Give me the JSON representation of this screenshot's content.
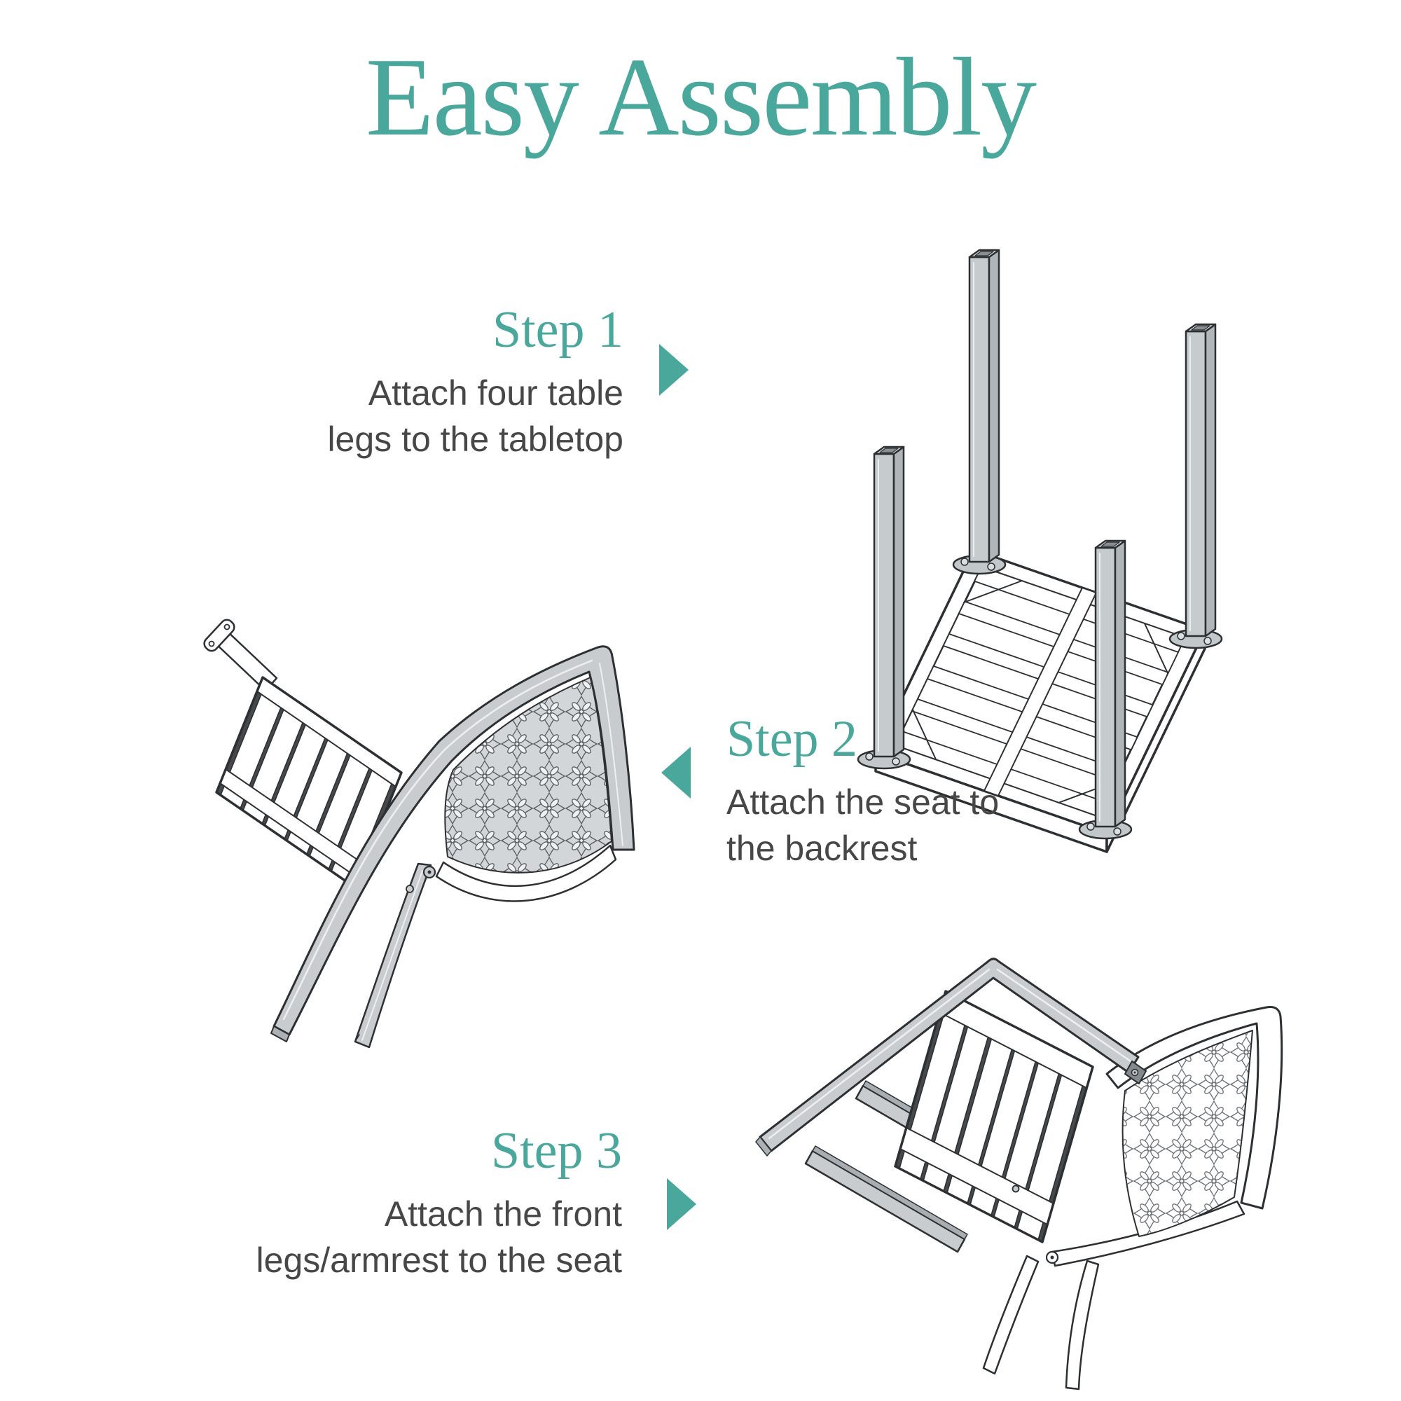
{
  "title": "Easy Assembly",
  "colors": {
    "accent_teal": "#49A79C",
    "body_text": "#474747",
    "outline": "#2D3033",
    "metal_gray": "#C8CCCF",
    "metal_gray_dark": "#ABB1B5",
    "floral_panel_gray": "#D2D6D9",
    "background": "#FFFFFF"
  },
  "steps": [
    {
      "label": "Step 1",
      "description": "Attach four table legs to the tabletop",
      "lines": [
        "Attach four table",
        "legs to the tabletop"
      ],
      "arrow_direction": "right",
      "illustration": "four table legs attached to upside-down slatted tabletop"
    },
    {
      "label": "Step 2",
      "description": "Attach the seat to the backrest",
      "lines": [
        "Attach the seat to",
        "the backrest"
      ],
      "arrow_direction": "left",
      "illustration": "slatted seat attached to curved floral backrest with rear legs"
    },
    {
      "label": "Step 3",
      "description": "Attach the front legs/armrest to the seat",
      "lines": [
        "Attach the front",
        "legs/armrest to the seat"
      ],
      "arrow_direction": "right",
      "illustration": "gray front legs and armrest frame attached to upside-down chair"
    }
  ]
}
